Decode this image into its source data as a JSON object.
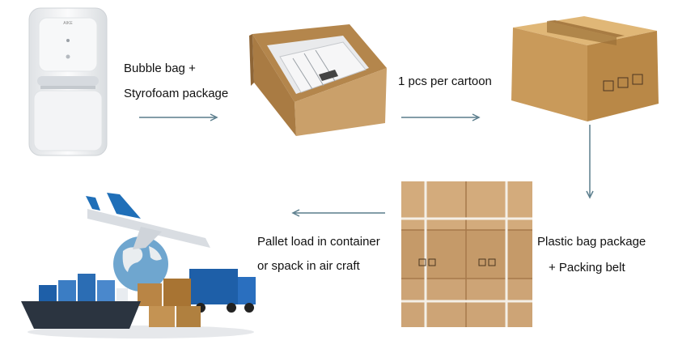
{
  "colors": {
    "arrow": "#5a7d8c",
    "cardboard": "#c79a5e",
    "tape": "#b08550",
    "dryer": "#eef0f2"
  },
  "steps": [
    {
      "icon": "hand-dryer-icon"
    },
    {
      "icon": "open-carton-icon"
    },
    {
      "icon": "sealed-carton-icon"
    },
    {
      "icon": "strapped-carton-stack-icon"
    },
    {
      "icon": "logistics-ship-plane-truck-icon"
    }
  ],
  "dryer_brand": "AIKE",
  "labels": {
    "bubble_line1": "Bubble bag +",
    "bubble_line2": "Styrofoam package",
    "carton": "1 pcs per cartoon",
    "plastic_line1": "Plastic bag package",
    "plastic_line2": "+  Packing belt",
    "pallet_line1": "Pallet load in container",
    "pallet_line2": "or spack in air craft"
  }
}
